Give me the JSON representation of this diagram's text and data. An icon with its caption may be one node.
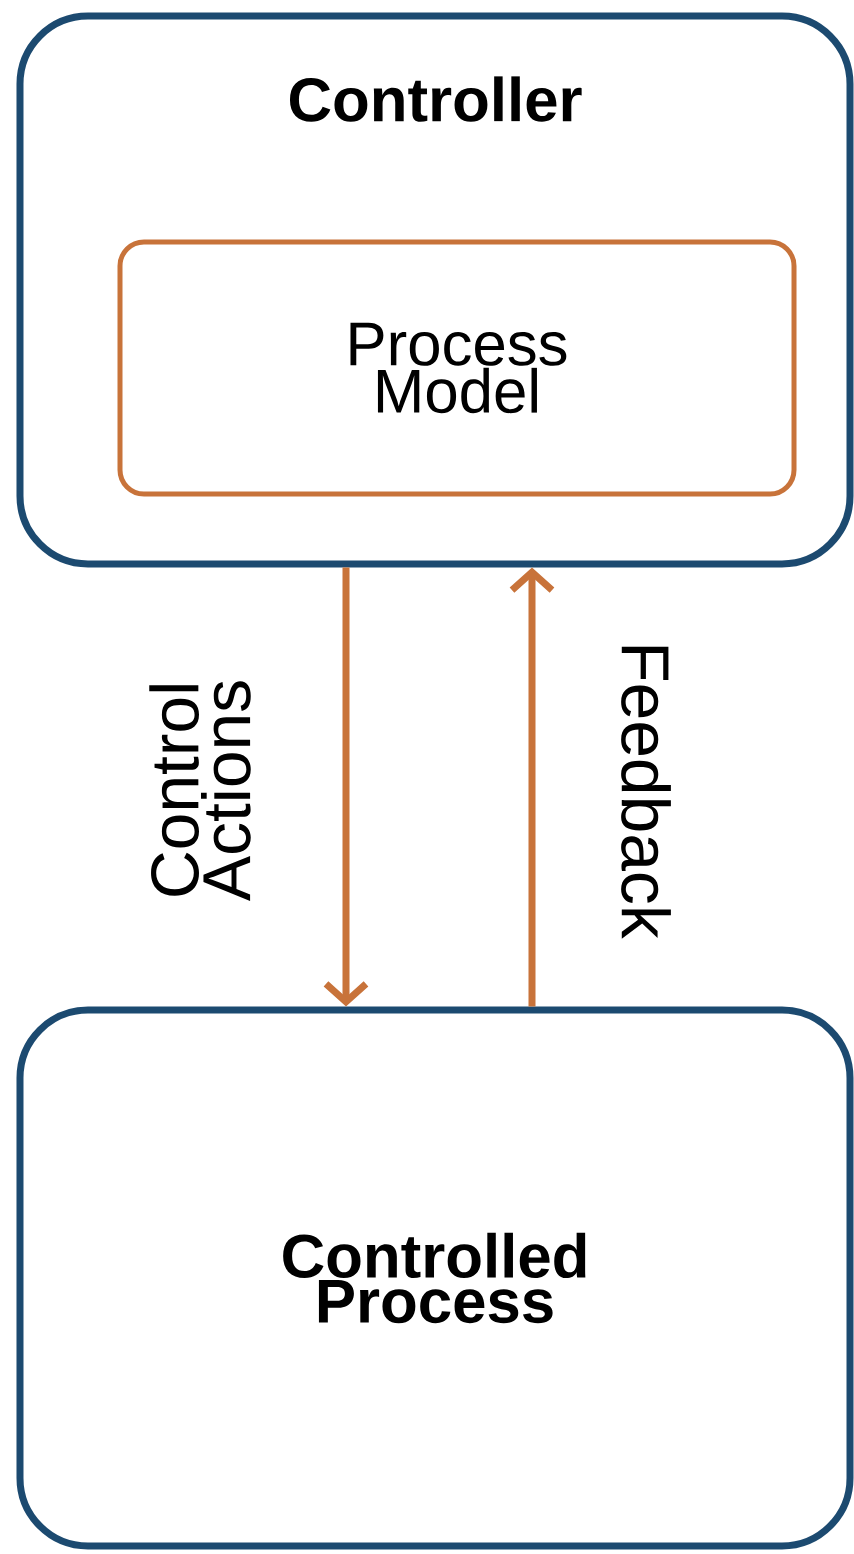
{
  "diagram": {
    "nodes": [
      {
        "text": [
          "Controller"
        ]
      },
      {
        "text": [
          "Process Model"
        ],
        "in": 0
      },
      {
        "text": [
          "Controlled Process"
        ]
      }
    ],
    "edges": [
      {
        "from": 0,
        "to": 2,
        "arrow": "to",
        "label": "Control Actions"
      },
      {
        "from": 2,
        "to": 0,
        "arrow": "to",
        "label": "Feedback"
      }
    ]
  }
}
